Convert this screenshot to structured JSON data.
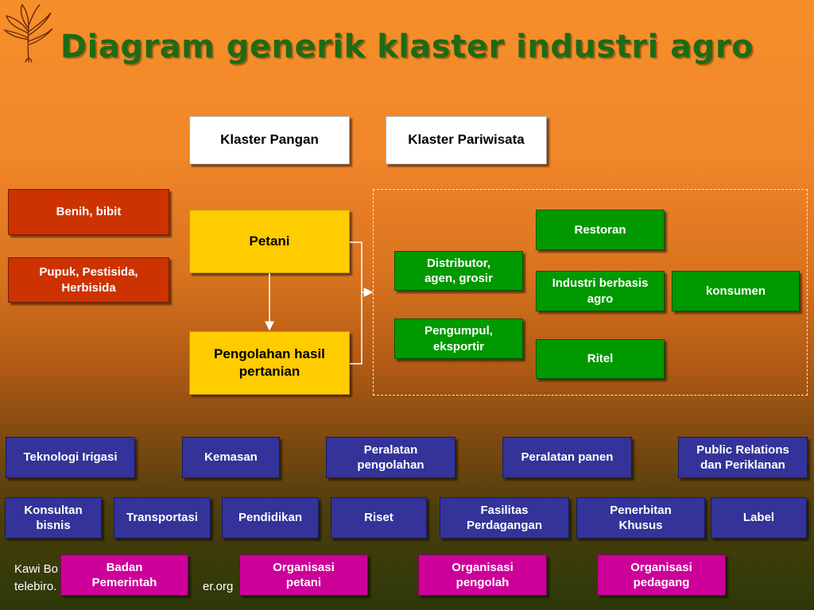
{
  "title": "Diagram generik klaster industri agro",
  "clusters": {
    "pangan": "Klaster Pangan",
    "pariwisata": "Klaster Pariwisata"
  },
  "inputs": {
    "benih": "Benih, bibit",
    "pupuk": "Pupuk, Pestisida, Herbisida"
  },
  "core": {
    "petani": "Petani",
    "pengolahan": "Pengolahan hasil pertanian"
  },
  "market": {
    "distributor": "Distributor, agen, grosir",
    "pengumpul": "Pengumpul, eksportir",
    "restoran": "Restoran",
    "industri": "Industri berbasis agro",
    "ritel": "Ritel",
    "konsumen": "konsumen"
  },
  "support_row1": [
    "Teknologi Irigasi",
    "Kemasan",
    "Peralatan pengolahan",
    "Peralatan panen",
    "Public Relations dan Periklanan"
  ],
  "support_row2": [
    "Konsultan bisnis",
    "Transportasi",
    "Pendidikan",
    "Riset",
    "Fasilitas Perdagangan",
    "Penerbitan Khusus",
    "Label"
  ],
  "institutions": [
    "Badan Pemerintah",
    "Organisasi petani",
    "Organisasi pengolah",
    "Organisasi pedagang"
  ],
  "footer": {
    "line1": "Kawi Bo",
    "line2": "telebiro.",
    "line2_tail": "er.org"
  },
  "colors": {
    "title": "#1f6b14",
    "red": "#cc3300",
    "yellow": "#ffcc00",
    "green": "#009900",
    "blue": "#333399",
    "magenta": "#cc0099"
  },
  "icons": [
    "plant-logo-icon"
  ]
}
